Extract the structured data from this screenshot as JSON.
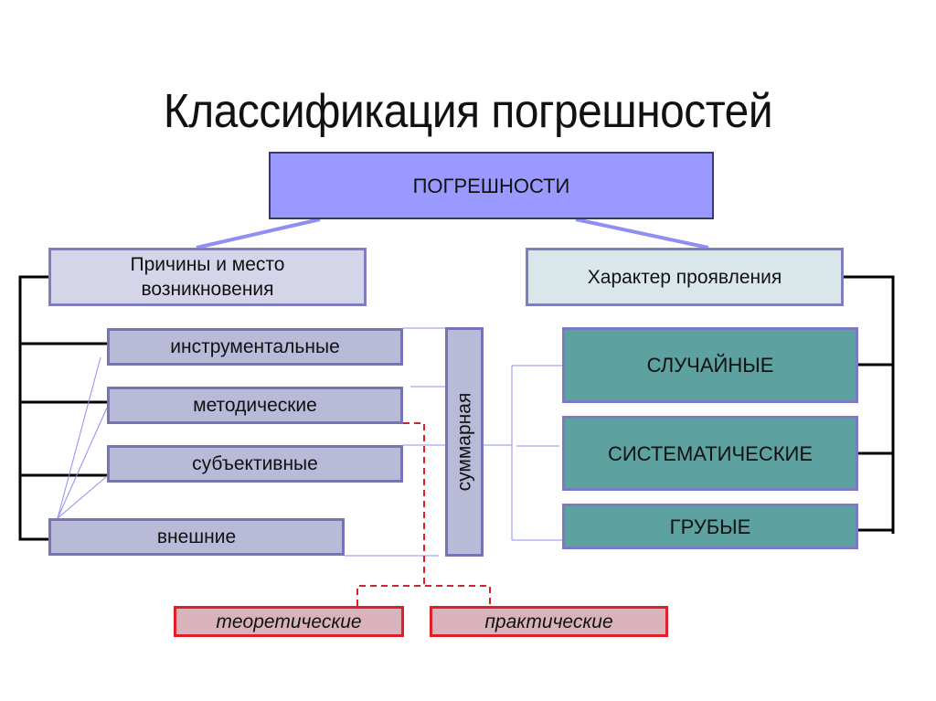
{
  "title": "Классификация погрешностей",
  "root": {
    "label": "ПОГРЕШНОСТИ"
  },
  "categories": {
    "left": {
      "label": "Причины и место возникновения"
    },
    "right": {
      "label": "Характер проявления"
    }
  },
  "sources": [
    {
      "label": "инструментальные"
    },
    {
      "label": "методические"
    },
    {
      "label": "субъективные"
    },
    {
      "label": "внешние"
    }
  ],
  "summary": {
    "label": "суммарная"
  },
  "kinds": [
    {
      "label": "СЛУЧАЙНЫЕ"
    },
    {
      "label": "СИСТЕМАТИЧЕСКИЕ"
    },
    {
      "label": "ГРУБЫЕ"
    }
  ],
  "methodical_subtypes": [
    {
      "label": "теоретические"
    },
    {
      "label": "практические"
    }
  ],
  "colors": {
    "root_fill": "#9999ff",
    "left_category_fill": "#d5d5ea",
    "right_category_fill": "#d9e6ea",
    "source_fill": "#b9b9d8",
    "kind_fill": "#5da1a1",
    "subtype_fill": "#d9b3bb",
    "subtype_border": "#e01f2a",
    "connector_blue": "#8f8fef",
    "bracket": "#000000"
  }
}
